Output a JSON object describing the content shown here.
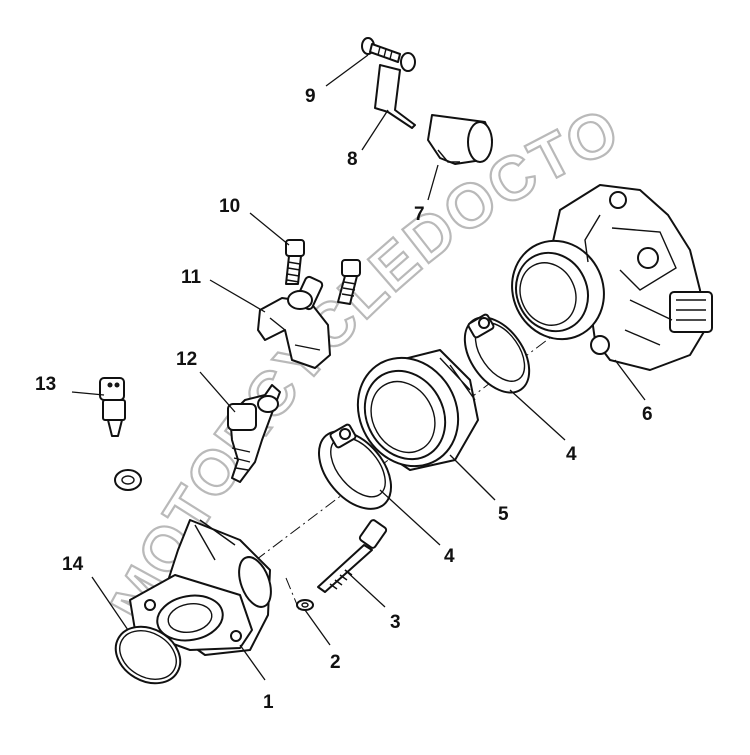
{
  "watermark": {
    "text": "MOTORCYCLEDOCTOR"
  },
  "callouts": [
    "1",
    "2",
    "3",
    "4",
    "4",
    "5",
    "6",
    "7",
    "8",
    "9",
    "10",
    "11",
    "12",
    "13",
    "14"
  ]
}
